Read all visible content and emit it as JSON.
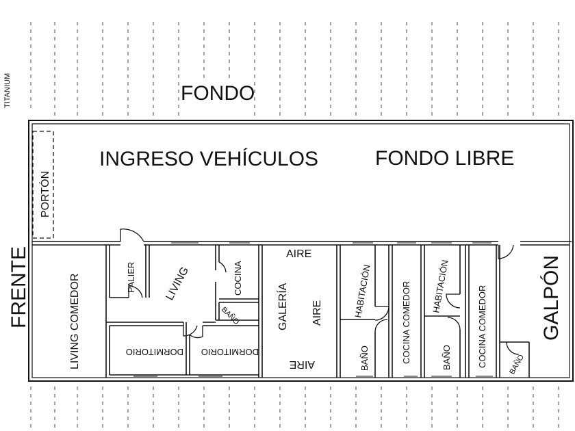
{
  "watermark": "TITANIUM",
  "sides": {
    "back": "FONDO",
    "front": "FRENTE"
  },
  "zones": {
    "vehicle_entry": "INGRESO VEHÍCULOS",
    "free_back": "FONDO LIBRE",
    "gate": "PORTÓN"
  },
  "rooms": {
    "living_comedor_1": "LIVING COMEDOR",
    "palier": "PALIER",
    "living": "LIVING",
    "cocina": "COCINA",
    "bano_1": "BAÑO",
    "dormitorio_1": "DORMITORIO",
    "dormitorio_2": "DORMITORIO",
    "aire_top": "AIRE",
    "galeria": "GALERÍA",
    "aire_mid": "AIRE",
    "aire_bottom": "AIRE",
    "habitacion_1": "HABITACIÓN",
    "bano_2": "BAÑO",
    "cocina_comedor_1": "COCINA COMEDOR",
    "habitacion_2": "HABITACIÓN",
    "bano_3": "BAÑO",
    "cocina_comedor_2": "COCINA COMEDOR",
    "galpon": "GALPÓN",
    "bano_4": "BAÑO"
  }
}
